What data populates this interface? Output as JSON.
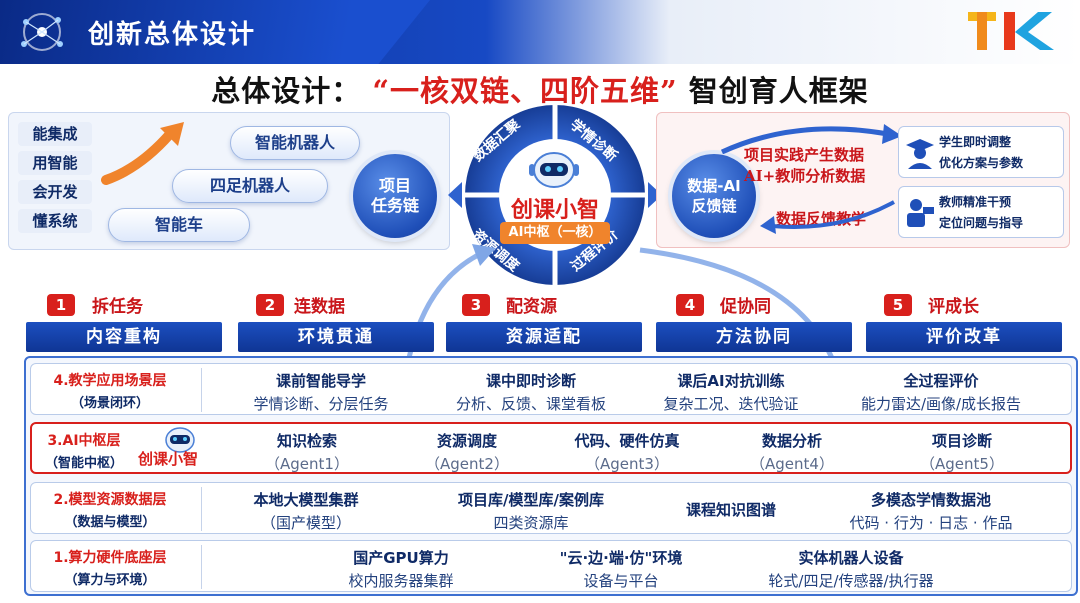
{
  "header": {
    "title": "创新总体设计",
    "logo_text": "TK"
  },
  "main_title": {
    "prefix": "总体设计：",
    "highlight": "“一核双链、四阶五维”",
    "suffix": "智创育人框架"
  },
  "left_panel": {
    "skills": [
      "能集成",
      "用智能",
      "会开发",
      "懂系统"
    ],
    "pills": [
      "智能机器人",
      "四足机器人",
      "智能车"
    ],
    "node": [
      "项目",
      "任务链"
    ]
  },
  "core": {
    "quadrants": [
      "数据汇聚",
      "学情诊断",
      "资源调度",
      "过程评价"
    ],
    "name": "创课小智",
    "sub": "AI中枢（一核）"
  },
  "right_panel": {
    "node": [
      "数据-AI",
      "反馈链"
    ],
    "text1": "项目实践产生数据",
    "text2": "AI+教师分析数据",
    "text3": "数据反馈教学",
    "box1": {
      "t1": "学生即时调整",
      "t2": "优化方案与参数"
    },
    "box2": {
      "t1": "教师精准干预",
      "t2": "定位问题与指导"
    }
  },
  "steps": [
    {
      "num": "1",
      "label": "拆任务",
      "bar": "内容重构"
    },
    {
      "num": "2",
      "label": "连数据",
      "bar": "环境贯通"
    },
    {
      "num": "3",
      "label": "配资源",
      "bar": "资源适配"
    },
    {
      "num": "4",
      "label": "促协同",
      "bar": "方法协同"
    },
    {
      "num": "5",
      "label": "评成长",
      "bar": "评价改革"
    }
  ],
  "layers": [
    {
      "name": "4.教学应用场景层",
      "sub": "（场景闭环）",
      "cells": [
        {
          "a": "课前智能导学",
          "b": "学情诊断、分层任务"
        },
        {
          "a": "课中即时诊断",
          "b": "分析、反馈、课堂看板"
        },
        {
          "a": "课后AI对抗训练",
          "b": "复杂工况、迭代验证"
        },
        {
          "a": "全过程评价",
          "b": "能力雷达/画像/成长报告"
        }
      ]
    },
    {
      "name": "3.AI中枢层",
      "sub": "（智能中枢）",
      "badge": "创课小智",
      "cells": [
        {
          "a": "知识检索",
          "b": "（Agent1）"
        },
        {
          "a": "资源调度",
          "b": "（Agent2）"
        },
        {
          "a": "代码、硬件仿真",
          "b": "（Agent3）"
        },
        {
          "a": "数据分析",
          "b": "（Agent4）"
        },
        {
          "a": "项目诊断",
          "b": "（Agent5）"
        }
      ]
    },
    {
      "name": "2.模型资源数据层",
      "sub": "（数据与模型）",
      "cells": [
        {
          "a": "本地大模型集群",
          "b": "（国产模型）"
        },
        {
          "a": "项目库/模型库/案例库",
          "b": "四类资源库"
        },
        {
          "a": "课程知识图谱",
          "b": ""
        },
        {
          "a": "多模态学情数据池",
          "b": "代码 · 行为 · 日志 · 作品"
        }
      ]
    },
    {
      "name": "1.算力硬件底座层",
      "sub": "（算力与环境）",
      "cells": [
        {
          "a": "国产GPU算力",
          "b": "校内服务器集群"
        },
        {
          "a": "\"云·边·端·仿\"环境",
          "b": "设备与平台"
        },
        {
          "a": "实体机器人设备",
          "b": "轮式/四足/传感器/执行器"
        }
      ]
    }
  ],
  "colors": {
    "brand_blue": "#1749c4",
    "accent_red": "#d8201c",
    "orange": "#f0842c"
  }
}
